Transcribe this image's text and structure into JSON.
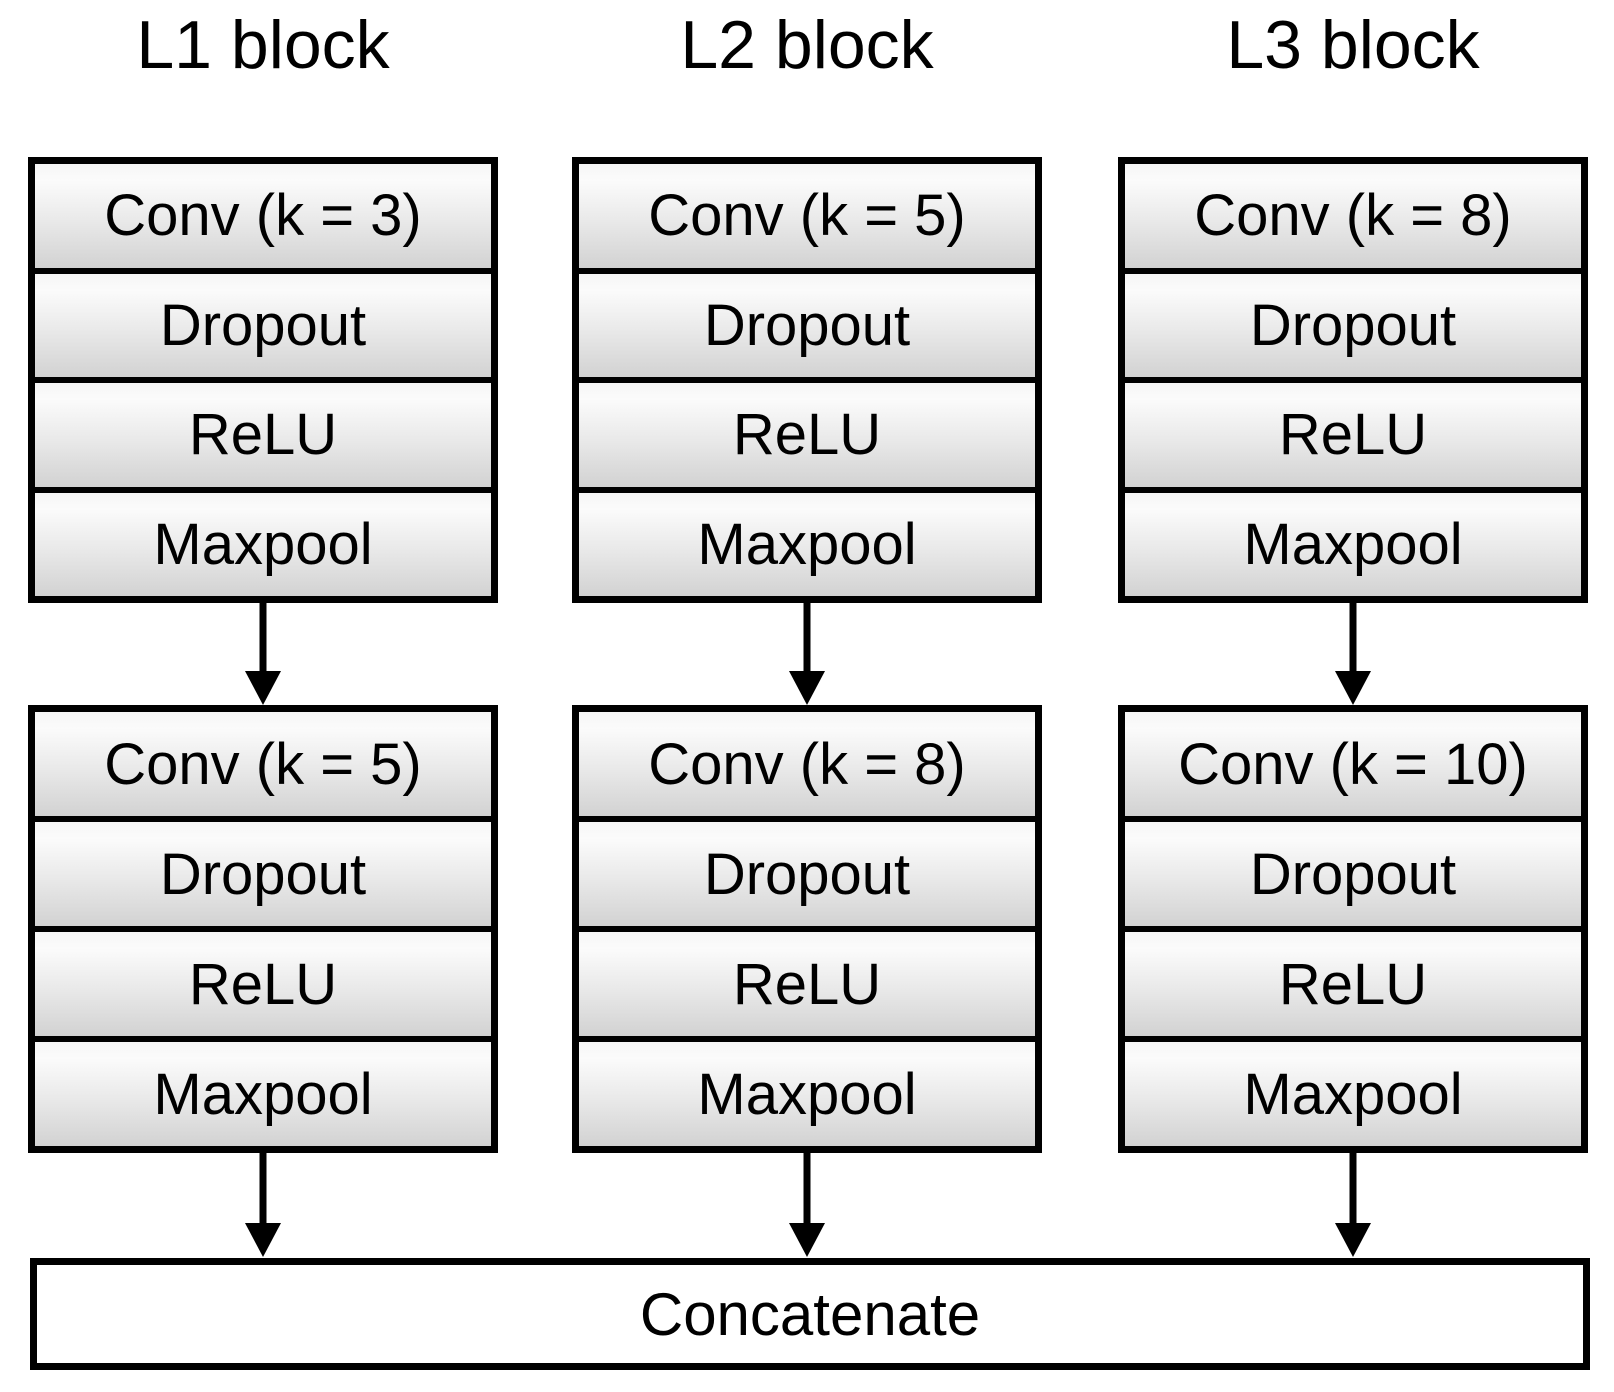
{
  "diagram": {
    "type": "cnn-architecture",
    "columns": [
      {
        "title": "L1 block",
        "groups": [
          {
            "layers": [
              "Conv (k = 3)",
              "Dropout",
              "ReLU",
              "Maxpool"
            ]
          },
          {
            "layers": [
              "Conv (k = 5)",
              "Dropout",
              "ReLU",
              "Maxpool"
            ]
          }
        ]
      },
      {
        "title": "L2 block",
        "groups": [
          {
            "layers": [
              "Conv (k = 5)",
              "Dropout",
              "ReLU",
              "Maxpool"
            ]
          },
          {
            "layers": [
              "Conv (k = 8)",
              "Dropout",
              "ReLU",
              "Maxpool"
            ]
          }
        ]
      },
      {
        "title": "L3 block",
        "groups": [
          {
            "layers": [
              "Conv (k = 8)",
              "Dropout",
              "ReLU",
              "Maxpool"
            ]
          },
          {
            "layers": [
              "Conv (k = 10)",
              "Dropout",
              "ReLU",
              "Maxpool"
            ]
          }
        ]
      }
    ],
    "concatenate": {
      "label": "Concatenate"
    },
    "colors": {
      "line": "#000000",
      "text": "#000000",
      "background": "#ffffff",
      "box_fill_top": "#f6f6f6",
      "box_fill_bottom": "#d2d2d2"
    }
  }
}
